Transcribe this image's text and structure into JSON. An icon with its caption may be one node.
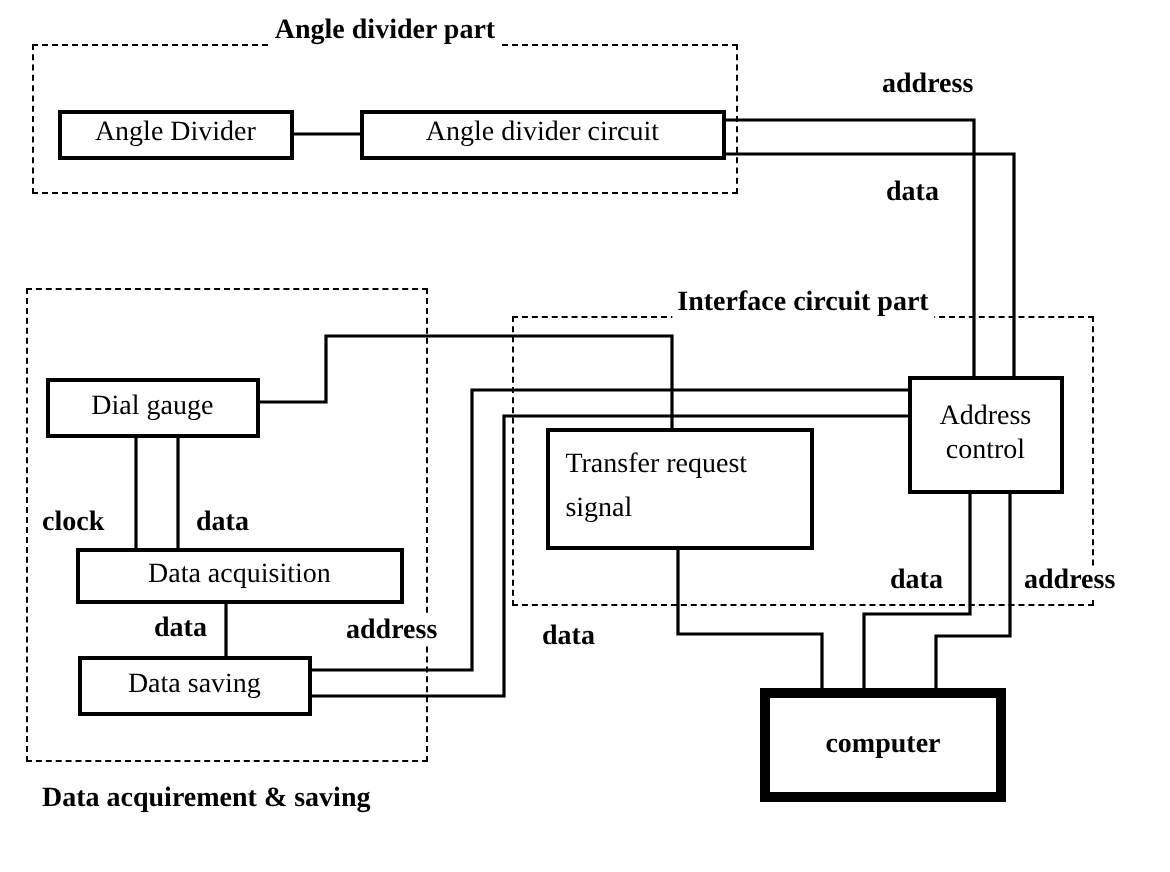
{
  "diagram": {
    "nodes": [
      {
        "text": [
          "Angle divider part"
        ]
      },
      {
        "text": [
          "Angle Divider"
        ],
        "in": 0
      },
      {
        "text": [
          "Angle divider circuit"
        ],
        "in": 0
      },
      {
        "text": [
          "Data acquirement & saving"
        ]
      },
      {
        "text": [
          "Dial gauge"
        ],
        "in": 3
      },
      {
        "text": [
          "Data acquisition"
        ],
        "in": 3
      },
      {
        "text": [
          "Data saving"
        ],
        "in": 3
      },
      {
        "text": [
          "Interface circuit part"
        ]
      },
      {
        "text": [
          "Transfer request signal"
        ],
        "in": 7
      },
      {
        "text": [
          "Address control"
        ],
        "in": 7
      },
      {
        "text": [
          "computer"
        ]
      }
    ],
    "edges": [
      {
        "from": 1,
        "to": 2,
        "arrow": "none"
      },
      {
        "from": 2,
        "to": 9,
        "arrow": "none",
        "label": "address"
      },
      {
        "from": 2,
        "to": 9,
        "arrow": "none",
        "label": "data"
      },
      {
        "from": 4,
        "to": 8,
        "arrow": "none"
      },
      {
        "from": 4,
        "to": 5,
        "arrow": "none",
        "label": "clock"
      },
      {
        "from": 4,
        "to": 5,
        "arrow": "none",
        "label": "data"
      },
      {
        "from": 5,
        "to": 6,
        "arrow": "none",
        "label": "data"
      },
      {
        "from": 6,
        "to": 9,
        "arrow": "none",
        "label": "address"
      },
      {
        "from": 6,
        "to": 9,
        "arrow": "none",
        "label": "data"
      },
      {
        "from": 8,
        "to": 10,
        "arrow": "none"
      },
      {
        "from": 9,
        "to": 10,
        "arrow": "none",
        "label": "data"
      },
      {
        "from": 9,
        "to": 10,
        "arrow": "none",
        "label": "address"
      }
    ]
  }
}
